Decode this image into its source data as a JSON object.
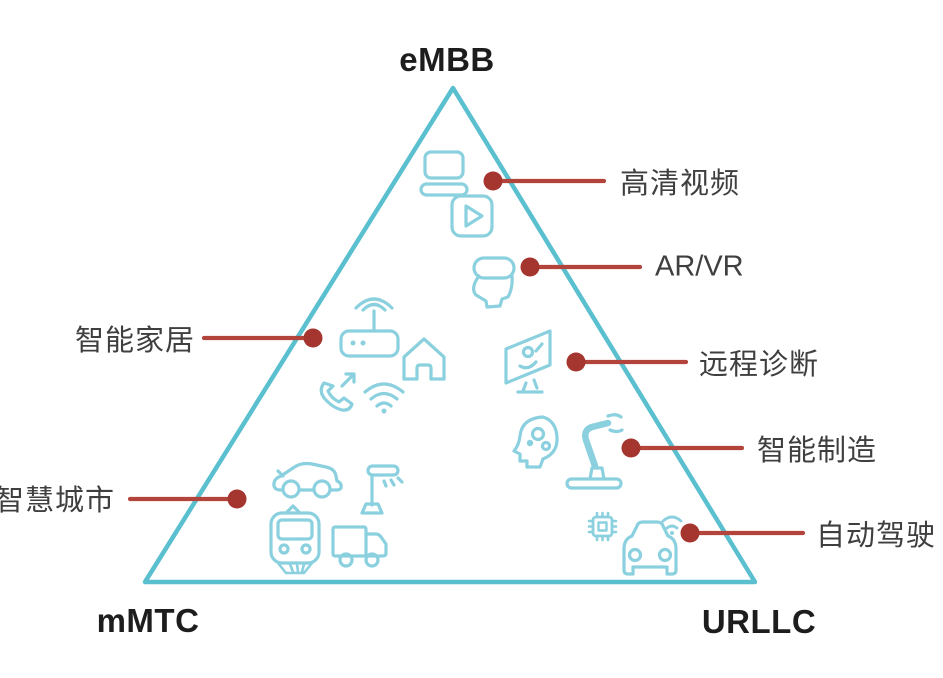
{
  "diagram": {
    "type": "5g-usage-scenarios-triangle",
    "vertices": {
      "top": {
        "label": "eMBB"
      },
      "bottom_left": {
        "label": "mMTC"
      },
      "bottom_right": {
        "label": "URLLC"
      }
    },
    "callouts": [
      {
        "label": "高清视频",
        "side": "right",
        "icons": [
          "desktop-computer-icon",
          "video-play-icon"
        ]
      },
      {
        "label": "AR/VR",
        "side": "right",
        "icons": [
          "vr-headset-icon"
        ]
      },
      {
        "label": "远程诊断",
        "side": "right",
        "icons": [
          "telemedicine-screen-icon"
        ]
      },
      {
        "label": "智能制造",
        "side": "right",
        "icons": [
          "ai-head-icon",
          "robot-arm-icon"
        ]
      },
      {
        "label": "自动驾驶",
        "side": "right",
        "icons": [
          "chip-icon",
          "connected-car-icon"
        ]
      },
      {
        "label": "智能家居",
        "side": "left",
        "icons": [
          "wifi-router-icon",
          "house-icon",
          "phone-call-icon",
          "wifi-icon"
        ]
      },
      {
        "label": "智慧城市",
        "side": "left",
        "icons": [
          "car-icon",
          "street-lamp-icon",
          "train-icon",
          "truck-icon"
        ]
      }
    ],
    "colors": {
      "triangle_stroke": "#5abfce",
      "icon_stroke": "#8ad0de",
      "callout_line": "#b2443b",
      "callout_dot": "#a5352f",
      "label_text": "#3f3f3f",
      "vertex_text": "#1d1d1d",
      "background": "#ffffff"
    }
  }
}
